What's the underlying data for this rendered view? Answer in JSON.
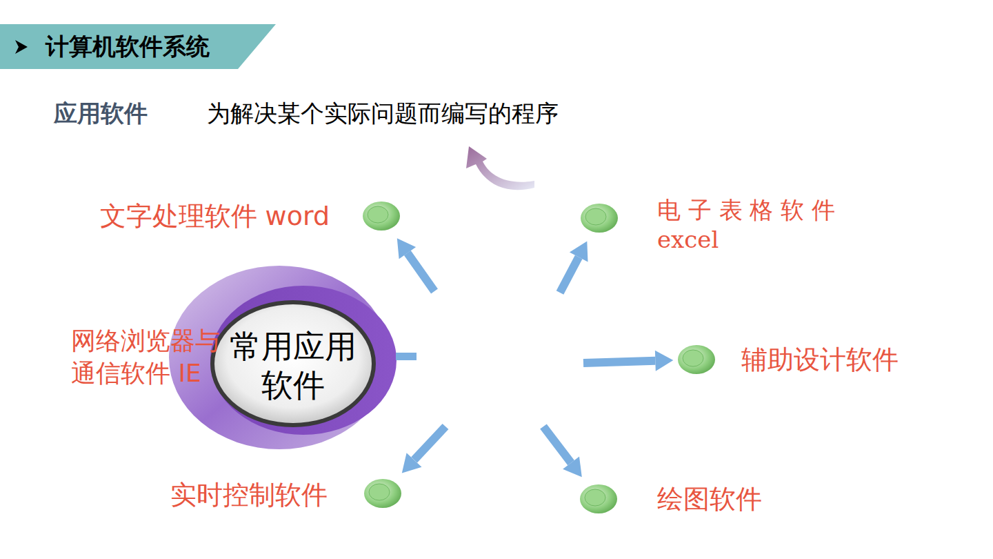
{
  "diagram": {
    "nodes": [
      {
        "text": [
          "计算机软件系统"
        ]
      },
      {
        "text": [
          "常用应用 软件"
        ]
      },
      {
        "text": [
          "文字处理软件 word"
        ]
      },
      {
        "text": [
          "电 子 表 格 软 件 excel"
        ]
      },
      {
        "text": [
          "辅助设计软件"
        ]
      },
      {
        "text": [
          "实时控制软件"
        ]
      },
      {
        "text": [
          "绘图软件"
        ]
      }
    ],
    "edges": [
      {
        "from": 1,
        "to": 2,
        "arrow": "to"
      },
      {
        "from": 1,
        "to": 3,
        "arrow": "to"
      },
      {
        "from": 1,
        "to": 4,
        "arrow": "to"
      },
      {
        "from": 1,
        "to": 5,
        "arrow": "to"
      },
      {
        "from": 1,
        "to": 6,
        "arrow": "to"
      }
    ],
    "labels": [
      "应用软件",
      "为解决某个实际问题而编写的程序",
      "网络浏览器与 通信软件 IE"
    ]
  }
}
